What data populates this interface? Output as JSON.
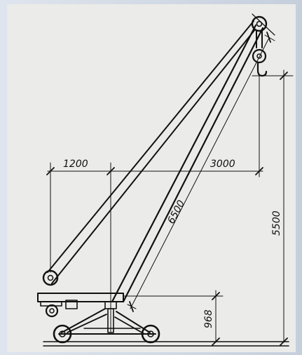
{
  "dimensions": {
    "width_1200": "1200",
    "reach_3000": "3000",
    "boom_6500": "6500",
    "height_5500": "5500",
    "pivot_968": "968"
  }
}
